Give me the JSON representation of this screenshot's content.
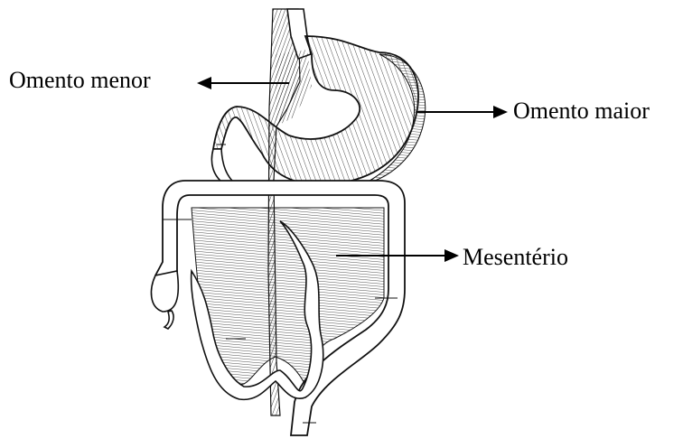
{
  "labels": {
    "omento_menor": "Omento menor",
    "omento_maior": "Omento maior",
    "mesenterio": "Mesentério"
  },
  "colors": {
    "ink": "#111111",
    "background": "#ffffff"
  }
}
